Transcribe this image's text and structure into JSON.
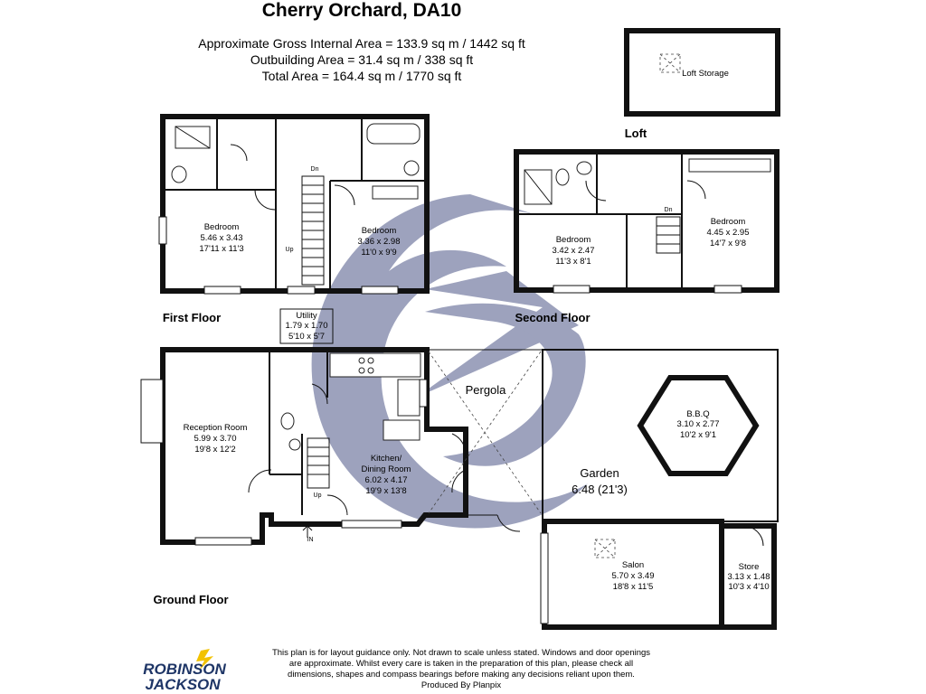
{
  "header": {
    "title": "Cherry Orchard, DA10",
    "gross_area": "Approximate Gross Internal Area = 133.9 sq m / 1442 sq ft",
    "outbuilding_area": "Outbuilding Area = 31.4 sq m / 338 sq ft",
    "total_area": "Total Area = 164.4 sq m / 1770 sq ft"
  },
  "floors": {
    "loft": "Loft",
    "first": "First Floor",
    "second": "Second Floor",
    "ground": "Ground Floor"
  },
  "rooms": {
    "loft_storage": "Loft Storage",
    "ff_bedroom1": {
      "name": "Bedroom",
      "metric": "5.46 x 3.43",
      "imperial": "17'11 x 11'3"
    },
    "ff_bedroom2": {
      "name": "Bedroom",
      "metric": "3.36 x 2.98",
      "imperial": "11'0 x 9'9"
    },
    "sf_bedroom1": {
      "name": "Bedroom",
      "metric": "3.42 x 2.47",
      "imperial": "11'3 x 8'1"
    },
    "sf_bedroom2": {
      "name": "Bedroom",
      "metric": "4.45 x 2.95",
      "imperial": "14'7 x 9'8"
    },
    "utility": {
      "name": "Utility",
      "metric": "1.79 x 1.70",
      "imperial": "5'10 x 5'7"
    },
    "reception": {
      "name": "Reception Room",
      "metric": "5.99 x 3.70",
      "imperial": "19'8 x 12'2"
    },
    "kitchen": {
      "name1": "Kitchen/",
      "name2": "Dining Room",
      "metric": "6.02 x 4.17",
      "imperial": "19'9 x 13'8"
    },
    "pergola": "Pergola",
    "garden": {
      "name": "Garden",
      "size": "6.48 (21'3)"
    },
    "bbq": {
      "name": "B.B.Q",
      "metric": "3.10 x 2.77",
      "imperial": "10'2 x 9'1"
    },
    "salon": {
      "name": "Salon",
      "metric": "5.70 x 3.49",
      "imperial": "18'8 x 11'5"
    },
    "store": {
      "name": "Store",
      "metric": "3.13 x 1.48",
      "imperial": "10'3 x 4'10"
    }
  },
  "stairs": {
    "ff_dn": "Dn",
    "ff_up": "Up",
    "sf_dn": "Dn",
    "gf_up": "Up",
    "entrance": "IN"
  },
  "footer": {
    "disclaimer_1": "This plan is for layout guidance only. Not drawn to scale unless stated. Windows and door openings",
    "disclaimer_2": "are approximate. Whilst every care is taken in the preparation of this plan, please check all",
    "disclaimer_3": "dimensions, shapes and compass bearings before making any decisions reliant upon them.",
    "produced_by": "Produced By Planpix",
    "logo_line1": "ROBINSON",
    "logo_line2": "JACKSON"
  },
  "colors": {
    "compass": "#8c92b2",
    "logo": "#1e3566",
    "logo_accent": "#f2c200"
  }
}
